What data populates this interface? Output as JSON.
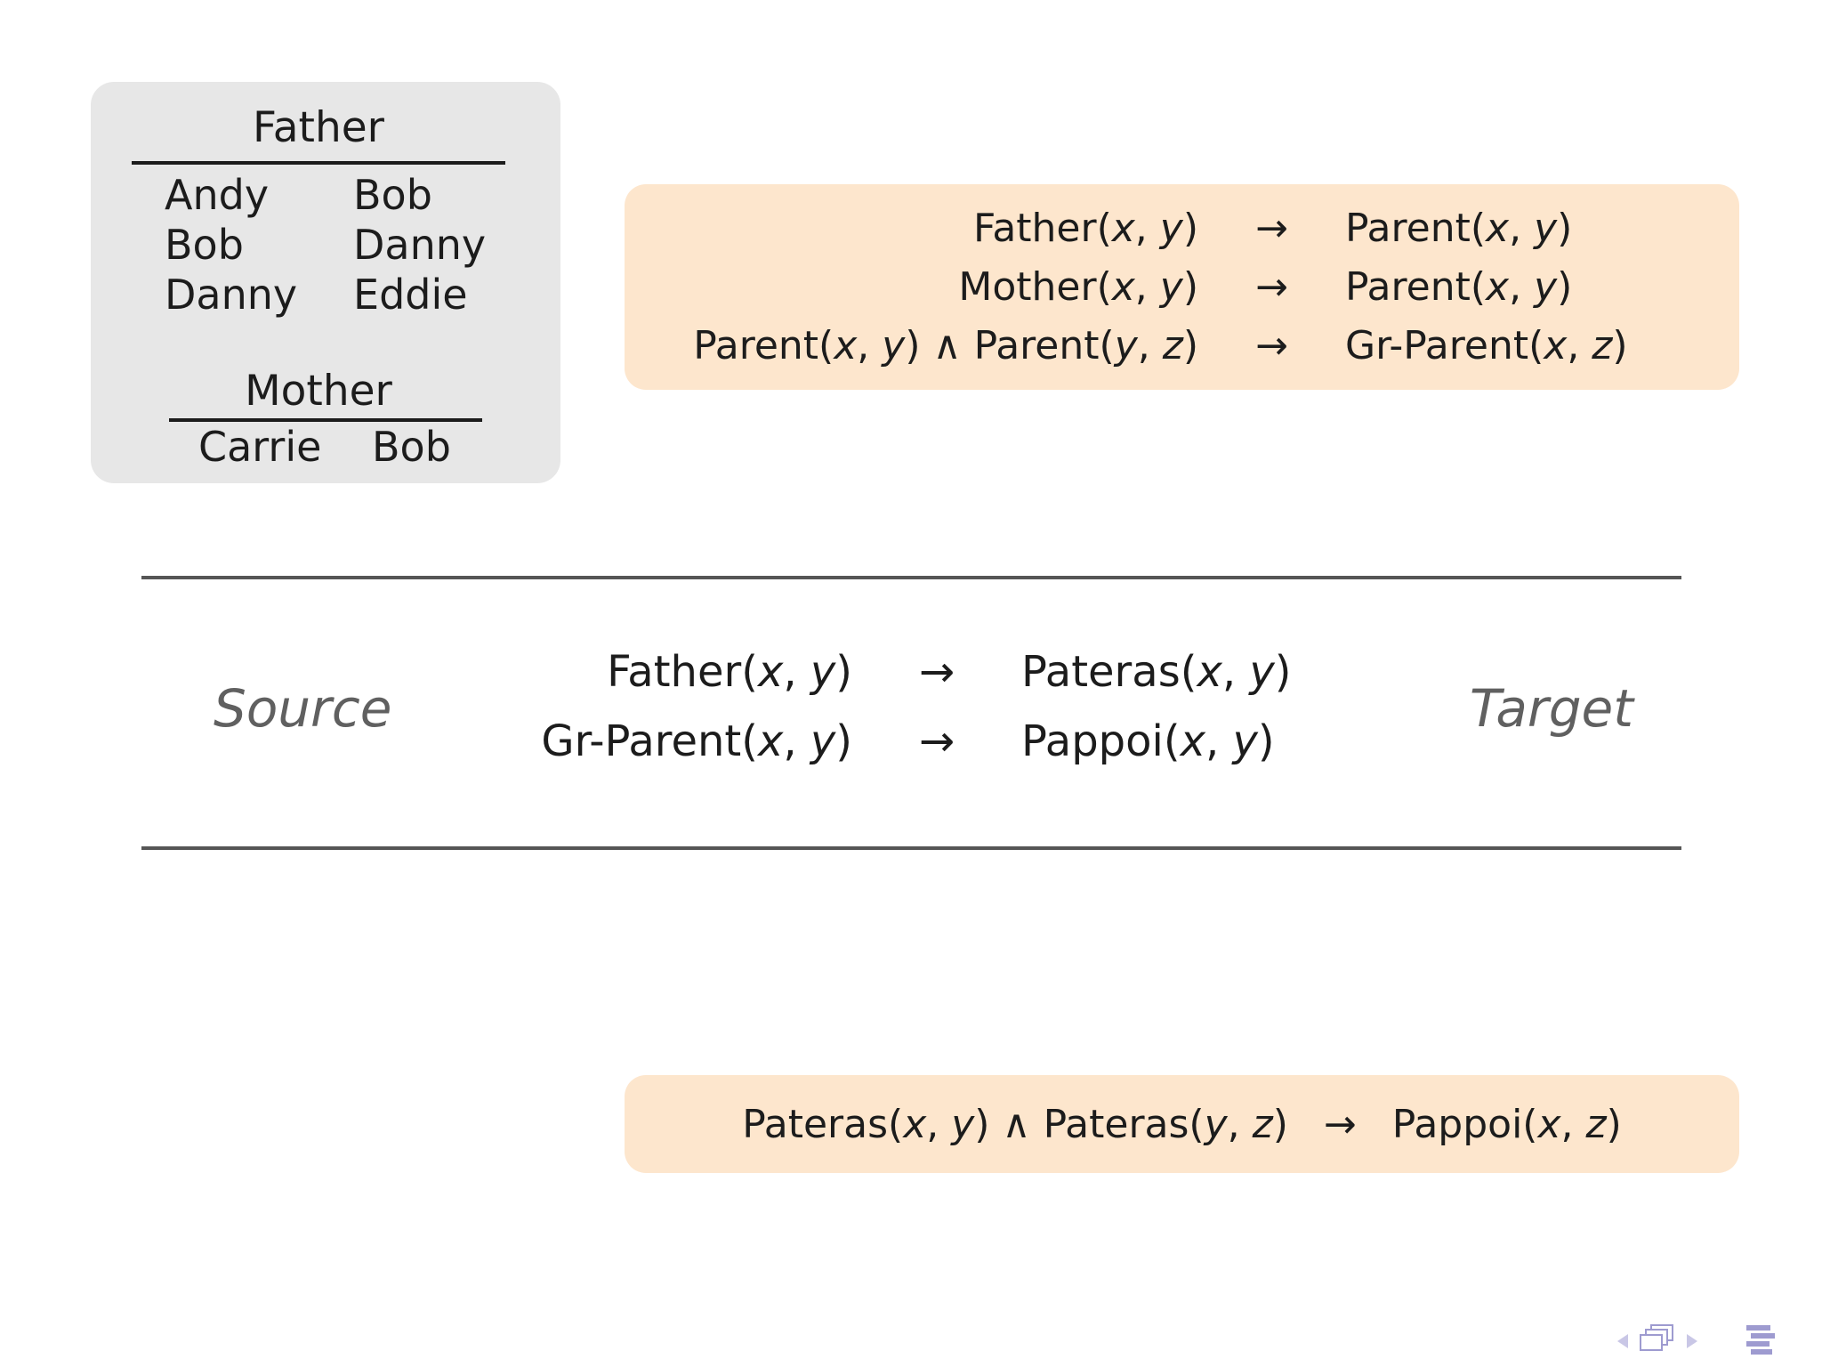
{
  "facts": {
    "father": {
      "title": "Father",
      "rows": [
        [
          "Andy",
          "Bob"
        ],
        [
          "Bob",
          "Danny"
        ],
        [
          "Danny",
          "Eddie"
        ]
      ]
    },
    "mother": {
      "title": "Mother",
      "rows": [
        [
          "Carrie",
          "Bob"
        ]
      ]
    }
  },
  "source_theory": {
    "rules": [
      {
        "lhs": "Father(x, y)",
        "arrow": "→",
        "rhs": "Parent(x, y)"
      },
      {
        "lhs": "Mother(x, y)",
        "arrow": "→",
        "rhs": "Parent(x, y)"
      },
      {
        "lhs": "Parent(x, y) ∧ Parent(y, z)",
        "arrow": "→",
        "rhs": "Gr-Parent(x, z)"
      }
    ]
  },
  "mapping": {
    "source_label": "Source",
    "target_label": "Target",
    "rules": [
      {
        "lhs": "Father(x, y)",
        "arrow": "→",
        "rhs": "Pateras(x, y)"
      },
      {
        "lhs": "Gr-Parent(x, y)",
        "arrow": "→",
        "rhs": "Pappoi(x, y)"
      }
    ]
  },
  "target_theory": {
    "rules": [
      {
        "lhs": "Pateras(x, y) ∧ Pateras(y, z)",
        "arrow": "→",
        "rhs": "Pappoi(x, z)"
      }
    ]
  },
  "nav": {
    "icons": [
      "prev-arrow-icon",
      "frames-icon",
      "next-arrow-icon",
      "outline-icon"
    ]
  },
  "colors": {
    "facts_box": "#e7e7e7",
    "theory_box": "#fde6cd",
    "divider": "#565656",
    "label_gray": "#606060",
    "nav_lavender": "#c9c7e6",
    "nav_purple": "#9e9bd0"
  }
}
